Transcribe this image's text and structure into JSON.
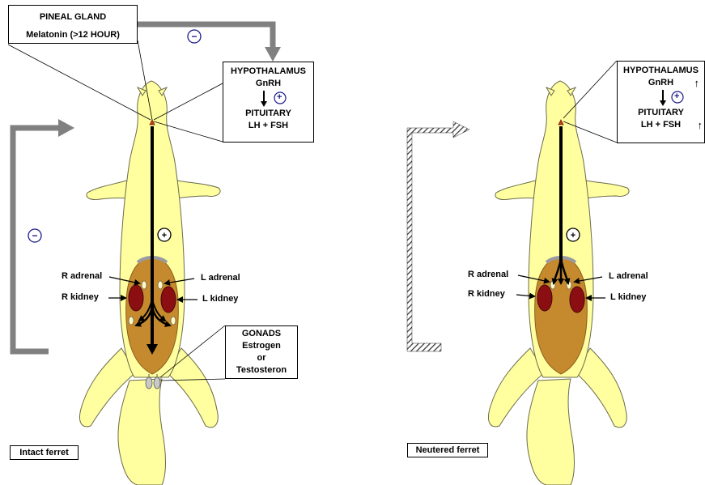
{
  "colors": {
    "fur": "#ffffa0",
    "fur_outline": "#6b6b4a",
    "abdomen": "#c58a2e",
    "kidney": "#8b0e12",
    "adrenal": "#fff8c8",
    "arrow": "#000000",
    "feedback_arrow": "#808080",
    "sign_circle": "#1a1a8a"
  },
  "left": {
    "pineal_box": {
      "title": "PINEAL GLAND",
      "subtitle": "Melatonin (>12 HOUR)"
    },
    "feedback_sign_top": "−",
    "feedback_sign_side": "−",
    "brain_box": {
      "hypothalamus": "HYPOTHALAMUS",
      "hormone1": "GnRH",
      "plus": "+",
      "pituitary": "PITUITARY",
      "hormone2": "LH + FSH"
    },
    "body_plus": "+",
    "labels": {
      "r_adrenal": "R adrenal",
      "r_kidney": "R kidney",
      "l_adrenal": "L adrenal",
      "l_kidney": "L kidney"
    },
    "gonads_box": {
      "title": "GONADS",
      "line1": "Estrogen",
      "line2": "or",
      "line3": "Testosteron"
    },
    "caption": "Intact ferret"
  },
  "right": {
    "brain_box": {
      "hypothalamus": "HYPOTHALAMUS",
      "hormone1": "GnRH",
      "plus": "+",
      "pituitary": "PITUITARY",
      "hormone2": "LH + FSH"
    },
    "body_plus": "+",
    "labels": {
      "r_adrenal": "R adrenal",
      "r_kidney": "R kidney",
      "l_adrenal": "L adrenal",
      "l_kidney": "L kidney"
    },
    "caption": "Neutered ferret"
  }
}
